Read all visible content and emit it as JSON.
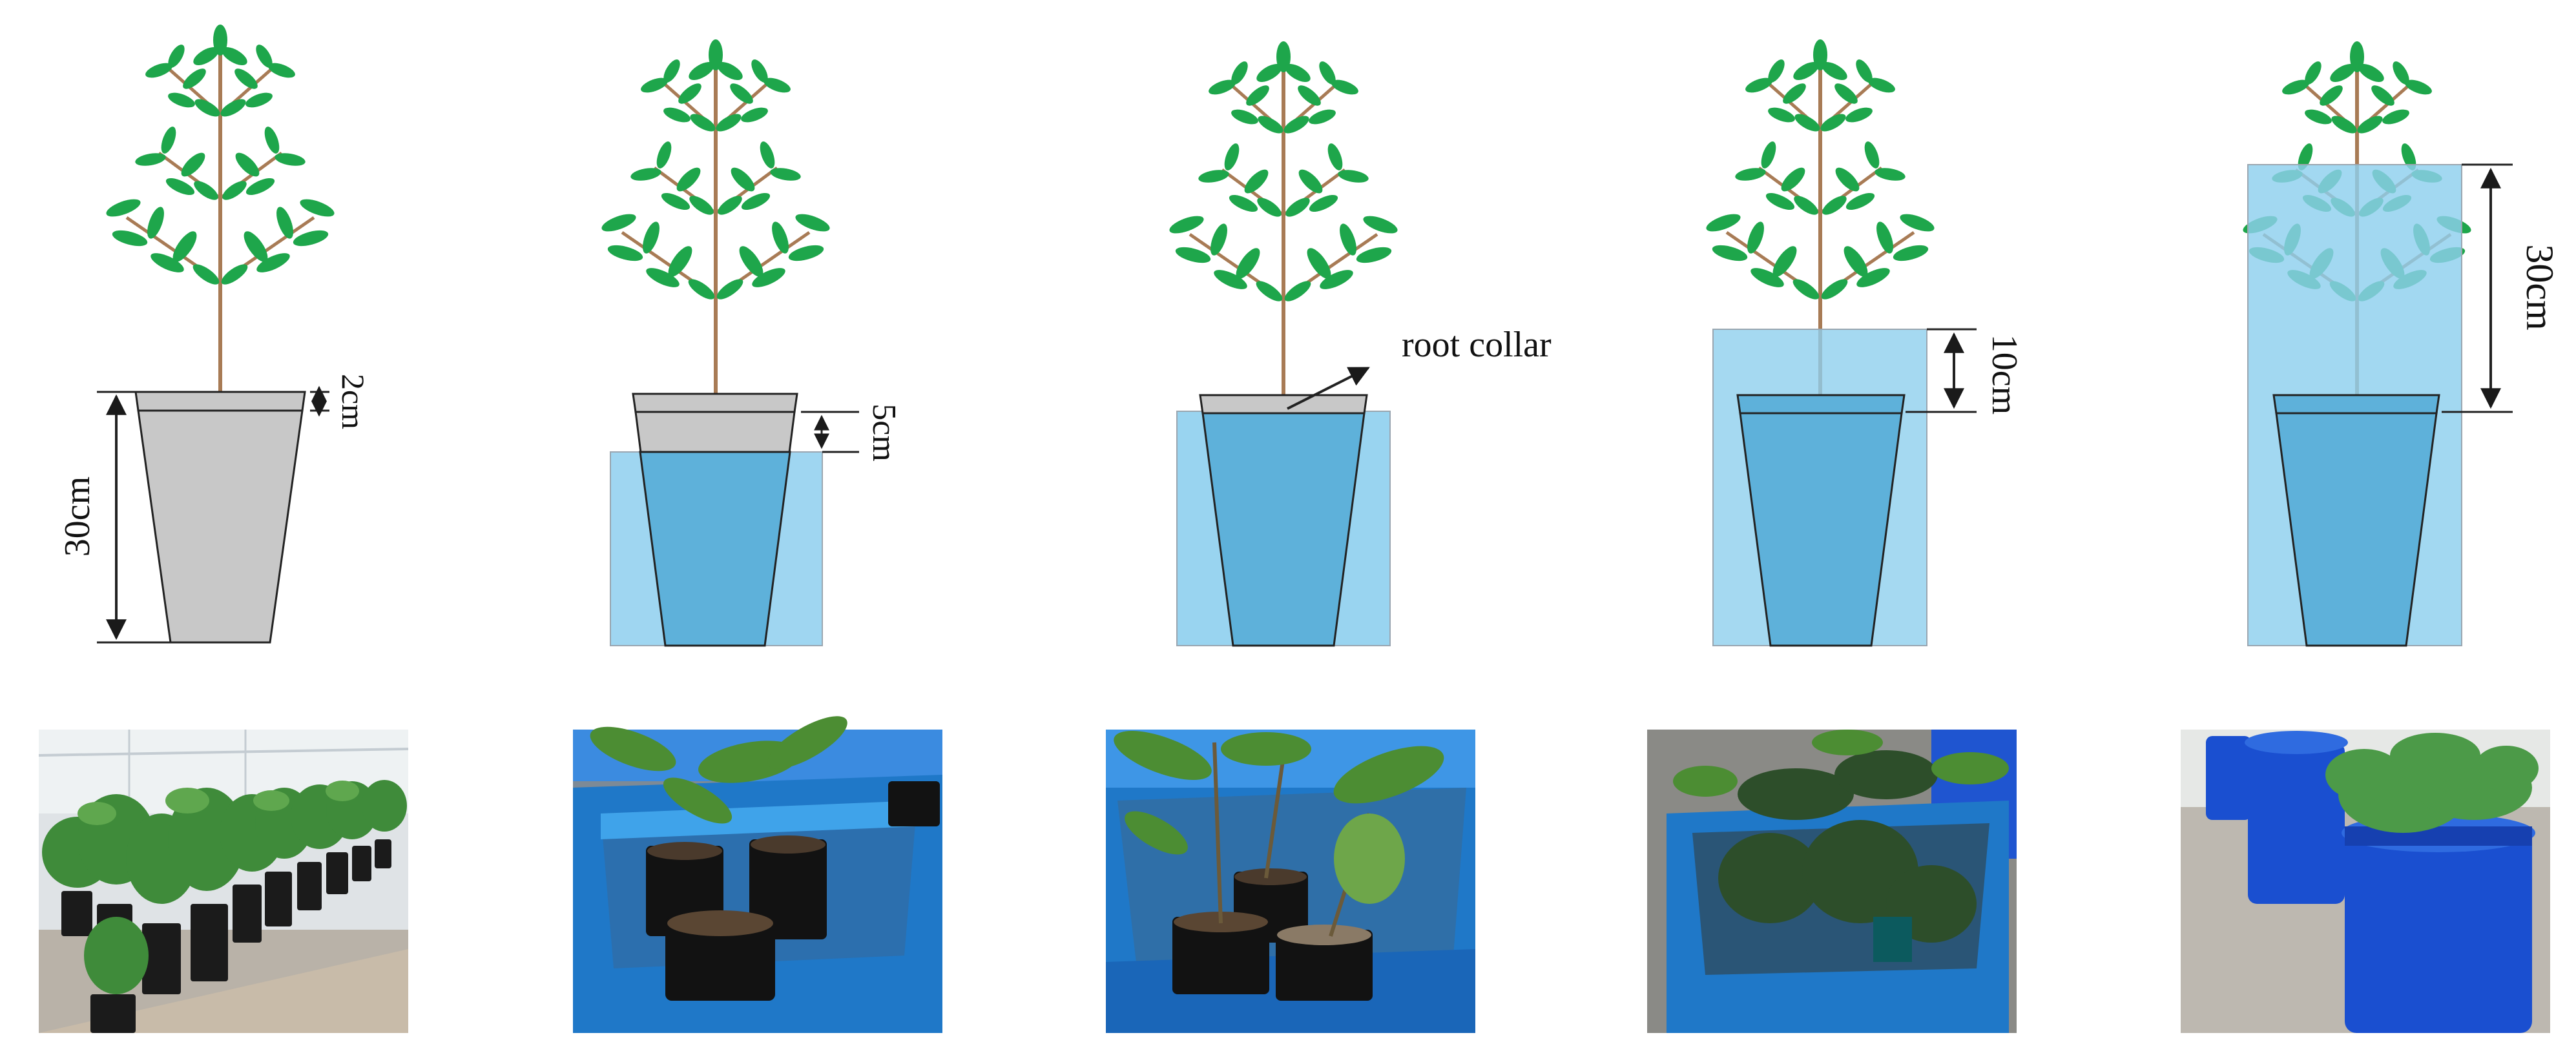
{
  "figure": {
    "panels": [
      {
        "id": "control",
        "labels": {
          "rim": "2cm",
          "pot_height": "30cm"
        },
        "photo": {
          "subject": "greenhouse-seedlings"
        }
      },
      {
        "id": "waterlogging-5cm",
        "labels": {
          "below_rim": "5cm"
        },
        "photo": {
          "subject": "pots-in-water-box"
        }
      },
      {
        "id": "waterlogging-root-collar",
        "labels": {
          "root_collar": "root collar"
        },
        "photo": {
          "subject": "pots-in-water-box"
        }
      },
      {
        "id": "submergence-10cm",
        "labels": {
          "above_collar": "10cm"
        },
        "photo": {
          "subject": "pots-in-water-box"
        }
      },
      {
        "id": "submergence-30cm",
        "labels": {
          "above_collar": "30cm"
        },
        "photo": {
          "subject": "submerged-in-barrels"
        }
      }
    ],
    "colors": {
      "water": "#8ecfee",
      "water_in_pot": "#5eb1da",
      "pot": "#c8c8c8",
      "leaf": "#1ea64b",
      "stem": "#a87b55",
      "box_blue": "#1f78c8",
      "barrel_blue": "#1a4fd0"
    }
  }
}
